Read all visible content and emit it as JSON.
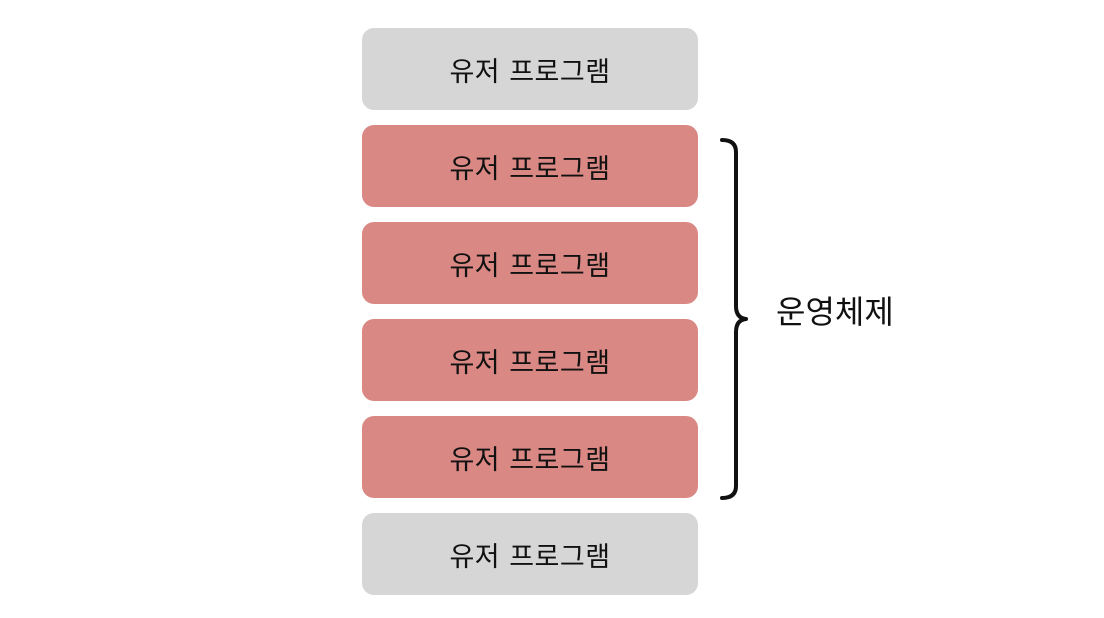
{
  "blocks": [
    {
      "label": "유저 프로그램",
      "kind": "user"
    },
    {
      "label": "유저 프로그램",
      "kind": "os"
    },
    {
      "label": "유저 프로그램",
      "kind": "os"
    },
    {
      "label": "유저 프로그램",
      "kind": "os"
    },
    {
      "label": "유저 프로그램",
      "kind": "os"
    },
    {
      "label": "유저 프로그램",
      "kind": "user"
    }
  ],
  "brace_label": "운영체제",
  "colors": {
    "user_block": "#d6d6d6",
    "os_block": "#d98884",
    "text": "#111111"
  }
}
